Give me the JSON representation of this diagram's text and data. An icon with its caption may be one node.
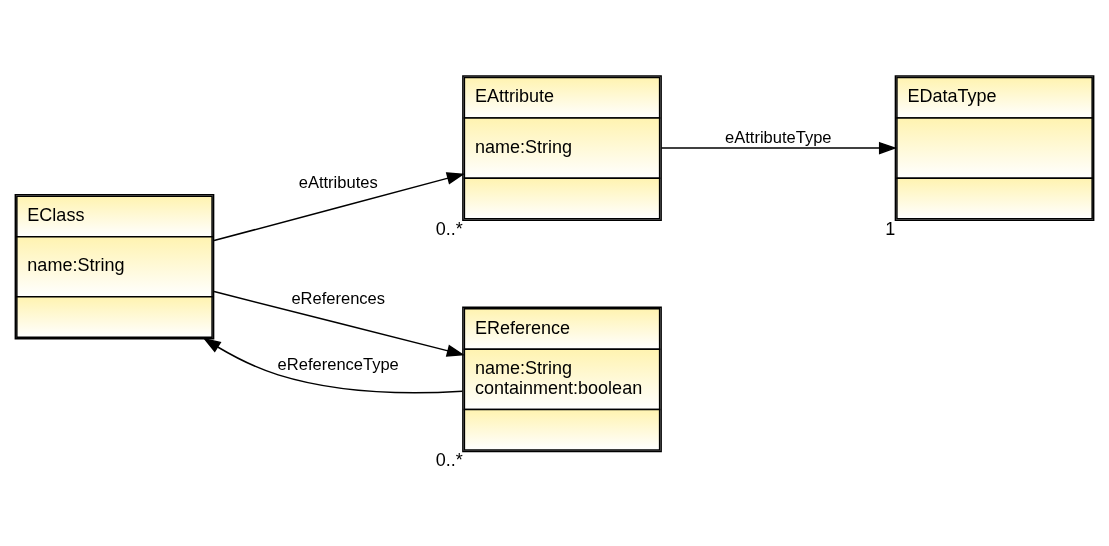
{
  "diagram": {
    "nodes": [
      {
        "text": [
          "EClass",
          "name:String"
        ]
      },
      {
        "text": [
          "EAttribute",
          "name:String"
        ],
        "beside": [
          "0..*"
        ]
      },
      {
        "text": [
          "EDataType"
        ],
        "beside": [
          "1"
        ]
      },
      {
        "text": [
          "EReference",
          "name:String",
          "containment:boolean"
        ],
        "beside": [
          "0..*"
        ]
      }
    ],
    "edges": [
      {
        "from": 0,
        "to": 1,
        "arrow": "to",
        "label": "eAttributes"
      },
      {
        "from": 1,
        "to": 2,
        "arrow": "to",
        "label": "eAttributeType"
      },
      {
        "from": 0,
        "to": 3,
        "arrow": "to",
        "label": "eReferences"
      },
      {
        "from": 3,
        "to": 0,
        "arrow": "to",
        "label": "eReferenceType"
      }
    ]
  }
}
